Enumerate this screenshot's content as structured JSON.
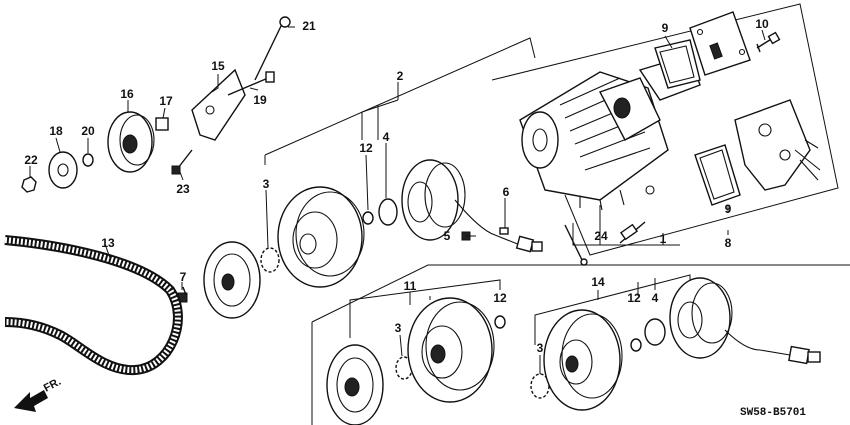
{
  "callouts": [
    "1",
    "2",
    "3",
    "4",
    "5",
    "6",
    "7",
    "8",
    "9",
    "10",
    "11",
    "12",
    "13",
    "14",
    "15",
    "16",
    "17",
    "18",
    "19",
    "20",
    "21",
    "22",
    "23",
    "24"
  ],
  "diagram_code": "SW58-B5701",
  "direction_label": "FR."
}
